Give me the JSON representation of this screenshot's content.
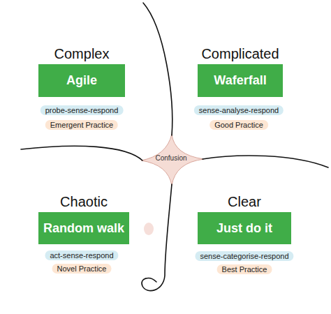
{
  "diagram": {
    "nodes": [
      {
        "text": [
          "Complex",
          "Agile"
        ]
      },
      {
        "text": [
          "probe-sense-respond"
        ]
      },
      {
        "text": [
          "Emergent Practice"
        ]
      },
      {
        "text": [
          "Complicated",
          "Waferfall"
        ]
      },
      {
        "text": [
          "sense-analyse-respond"
        ]
      },
      {
        "text": [
          "Good Practice"
        ]
      },
      {
        "text": [
          "Confusion"
        ]
      },
      {
        "text": [
          "Chaotic",
          "Random walk"
        ]
      },
      {
        "text": [
          "act-sense-respond"
        ]
      },
      {
        "text": [
          "Novel Practice"
        ]
      },
      {
        "text": [
          "Clear",
          "Just do it"
        ]
      },
      {
        "text": [
          "sense-categorise-respond"
        ]
      },
      {
        "text": [
          "Best Practice"
        ]
      }
    ]
  }
}
